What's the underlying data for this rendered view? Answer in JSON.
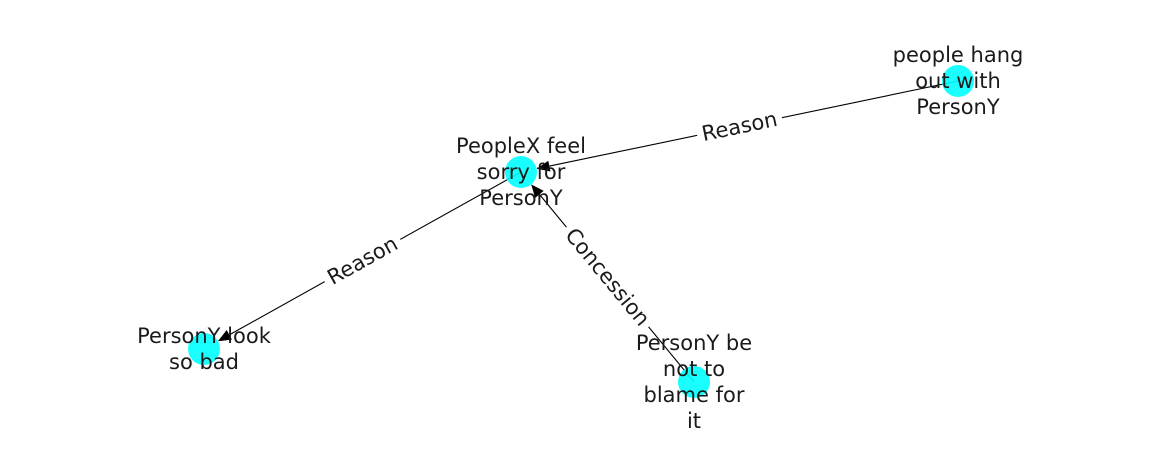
{
  "graph": {
    "node_color": "#00ffff",
    "edge_color": "#000000",
    "text_color": "#1a1a1a",
    "nodes": [
      {
        "id": "n1",
        "label": "PeopleX feel sorry for PersonY",
        "lines": [
          "PeopleX feel",
          "sorry for",
          "PersonY"
        ]
      },
      {
        "id": "n2",
        "label": "people hang out with PersonY",
        "lines": [
          "people hang",
          "out with",
          "PersonY"
        ]
      },
      {
        "id": "n3",
        "label": "PersonY look so bad",
        "lines": [
          "PersonY look",
          "so bad"
        ]
      },
      {
        "id": "n4",
        "label": "PersonY be not to blame for it",
        "lines": [
          "PersonY be",
          "not to",
          "blame for",
          "it"
        ]
      }
    ],
    "edges": [
      {
        "id": "e1",
        "source": "n2",
        "target": "n1",
        "label": "Reason"
      },
      {
        "id": "e2",
        "source": "n1",
        "target": "n3",
        "label": "Reason"
      },
      {
        "id": "e3",
        "source": "n4",
        "target": "n1",
        "label": "Concession"
      }
    ]
  }
}
